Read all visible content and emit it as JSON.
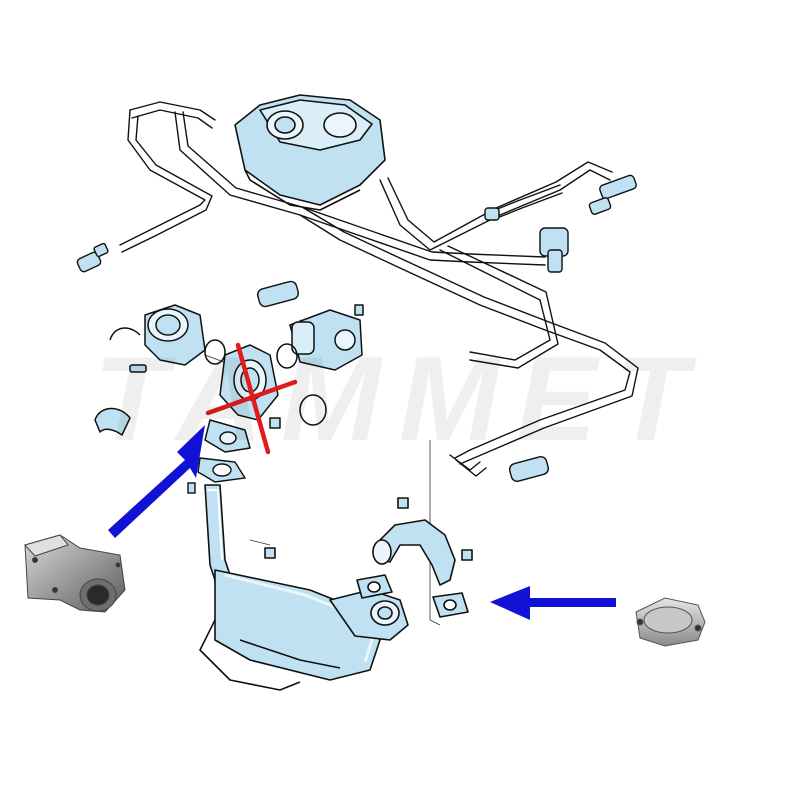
{
  "watermark": {
    "text": "TAMMET",
    "color": "#000000",
    "opacity": 0.06
  },
  "colors": {
    "line": "#111111",
    "part_fill": "#bfe1f2",
    "part_dark": "#7fb3cf",
    "photo_metal": "#9a9a9a",
    "cross": "#e01b1b",
    "arrow": "#1212d6"
  },
  "icons": {
    "cross_mark": "red-x-icon",
    "left_arrow": "blue-arrow-icon",
    "right_arrow": "blue-arrow-icon"
  },
  "annotations": {
    "left_photo": "egr-pipe-photo",
    "right_photo": "egr-blanking-plate-photo",
    "crossed_part": "egr-valve-adapter"
  }
}
